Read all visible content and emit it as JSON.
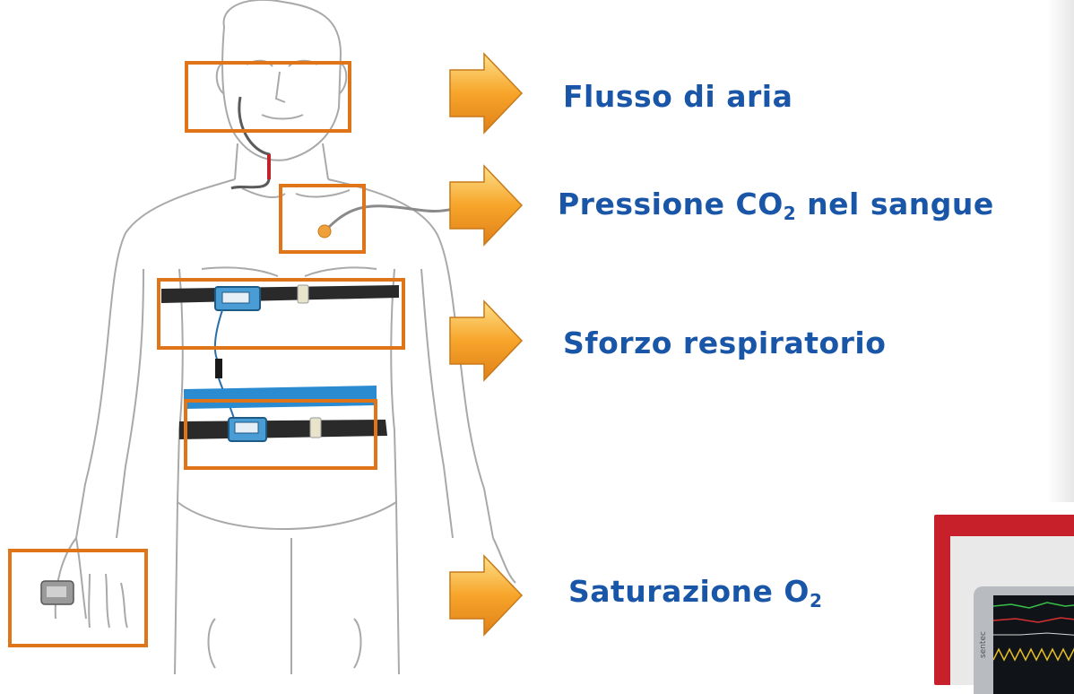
{
  "labels": {
    "airflow": "Flusso di aria",
    "co2_pre": "Pressione CO",
    "co2_sub": "2",
    "co2_post": " nel sangue",
    "effort": "Sforzo respiratorio",
    "sat_pre": "Saturazione O",
    "sat_sub": "2"
  },
  "monitor": {
    "brand": "sentec"
  },
  "icons": [
    "arrow-right-icon",
    "body-outline",
    "chest-belt",
    "abdomen-belt",
    "nasal-cannula",
    "co2-sensor",
    "finger-oximeter"
  ],
  "colors": {
    "label_text": "#1a56a8",
    "highlight_box": "#e07418",
    "arrow_fill": "#f6a62a",
    "monitor_frame": "#c8202a",
    "belt_band": "#2a2a2a",
    "belt_blue": "#2a8bd0"
  }
}
